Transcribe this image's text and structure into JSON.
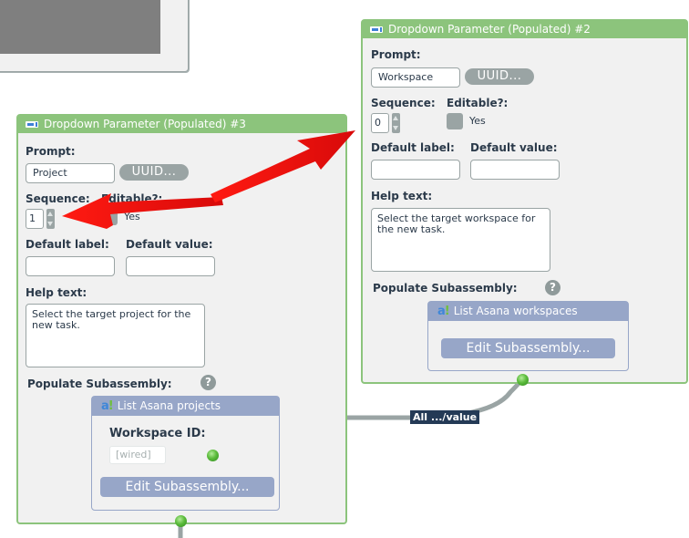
{
  "colors": {
    "node_green": "#8cc47c",
    "sub_blue": "#97a6c8",
    "wire_gray": "#9aa4a4",
    "arrow_red": "#e8100f",
    "label_navy": "#243a56"
  },
  "node2": {
    "title": "Dropdown Parameter (Populated) #2",
    "prompt_label": "Prompt:",
    "prompt_value": "Workspace",
    "uuid_button": "UUID...",
    "sequence_label": "Sequence:",
    "sequence_value": "0",
    "editable_label": "Editable?:",
    "editable_text": "Yes",
    "default_label_label": "Default label:",
    "default_label_value": "",
    "default_value_label": "Default value:",
    "default_value_value": "",
    "help_label": "Help text:",
    "help_value": "Select the target workspace for the new task.",
    "populate_label": "Populate Subassembly:",
    "help_icon": "?",
    "subassembly": {
      "title": "List Asana workspaces",
      "edit_button": "Edit Subassembly..."
    }
  },
  "node3": {
    "title": "Dropdown Parameter (Populated) #3",
    "prompt_label": "Prompt:",
    "prompt_value": "Project",
    "uuid_button": "UUID...",
    "sequence_label": "Sequence:",
    "sequence_value": "1",
    "editable_label": "Editable?:",
    "editable_text": "Yes",
    "default_label_label": "Default label:",
    "default_label_value": "",
    "default_value_label": "Default value:",
    "default_value_value": "",
    "help_label": "Help text:",
    "help_value": "Select the target project for the new task.",
    "populate_label": "Populate Subassembly:",
    "help_icon": "?",
    "subassembly": {
      "title": "List Asana projects",
      "input_label": "Workspace ID:",
      "input_placeholder": "[wired]",
      "edit_button": "Edit Subassembly..."
    }
  },
  "wire": {
    "label": "All .../value"
  },
  "logo": {
    "asana_a": "a",
    "asana_mark": "!"
  }
}
